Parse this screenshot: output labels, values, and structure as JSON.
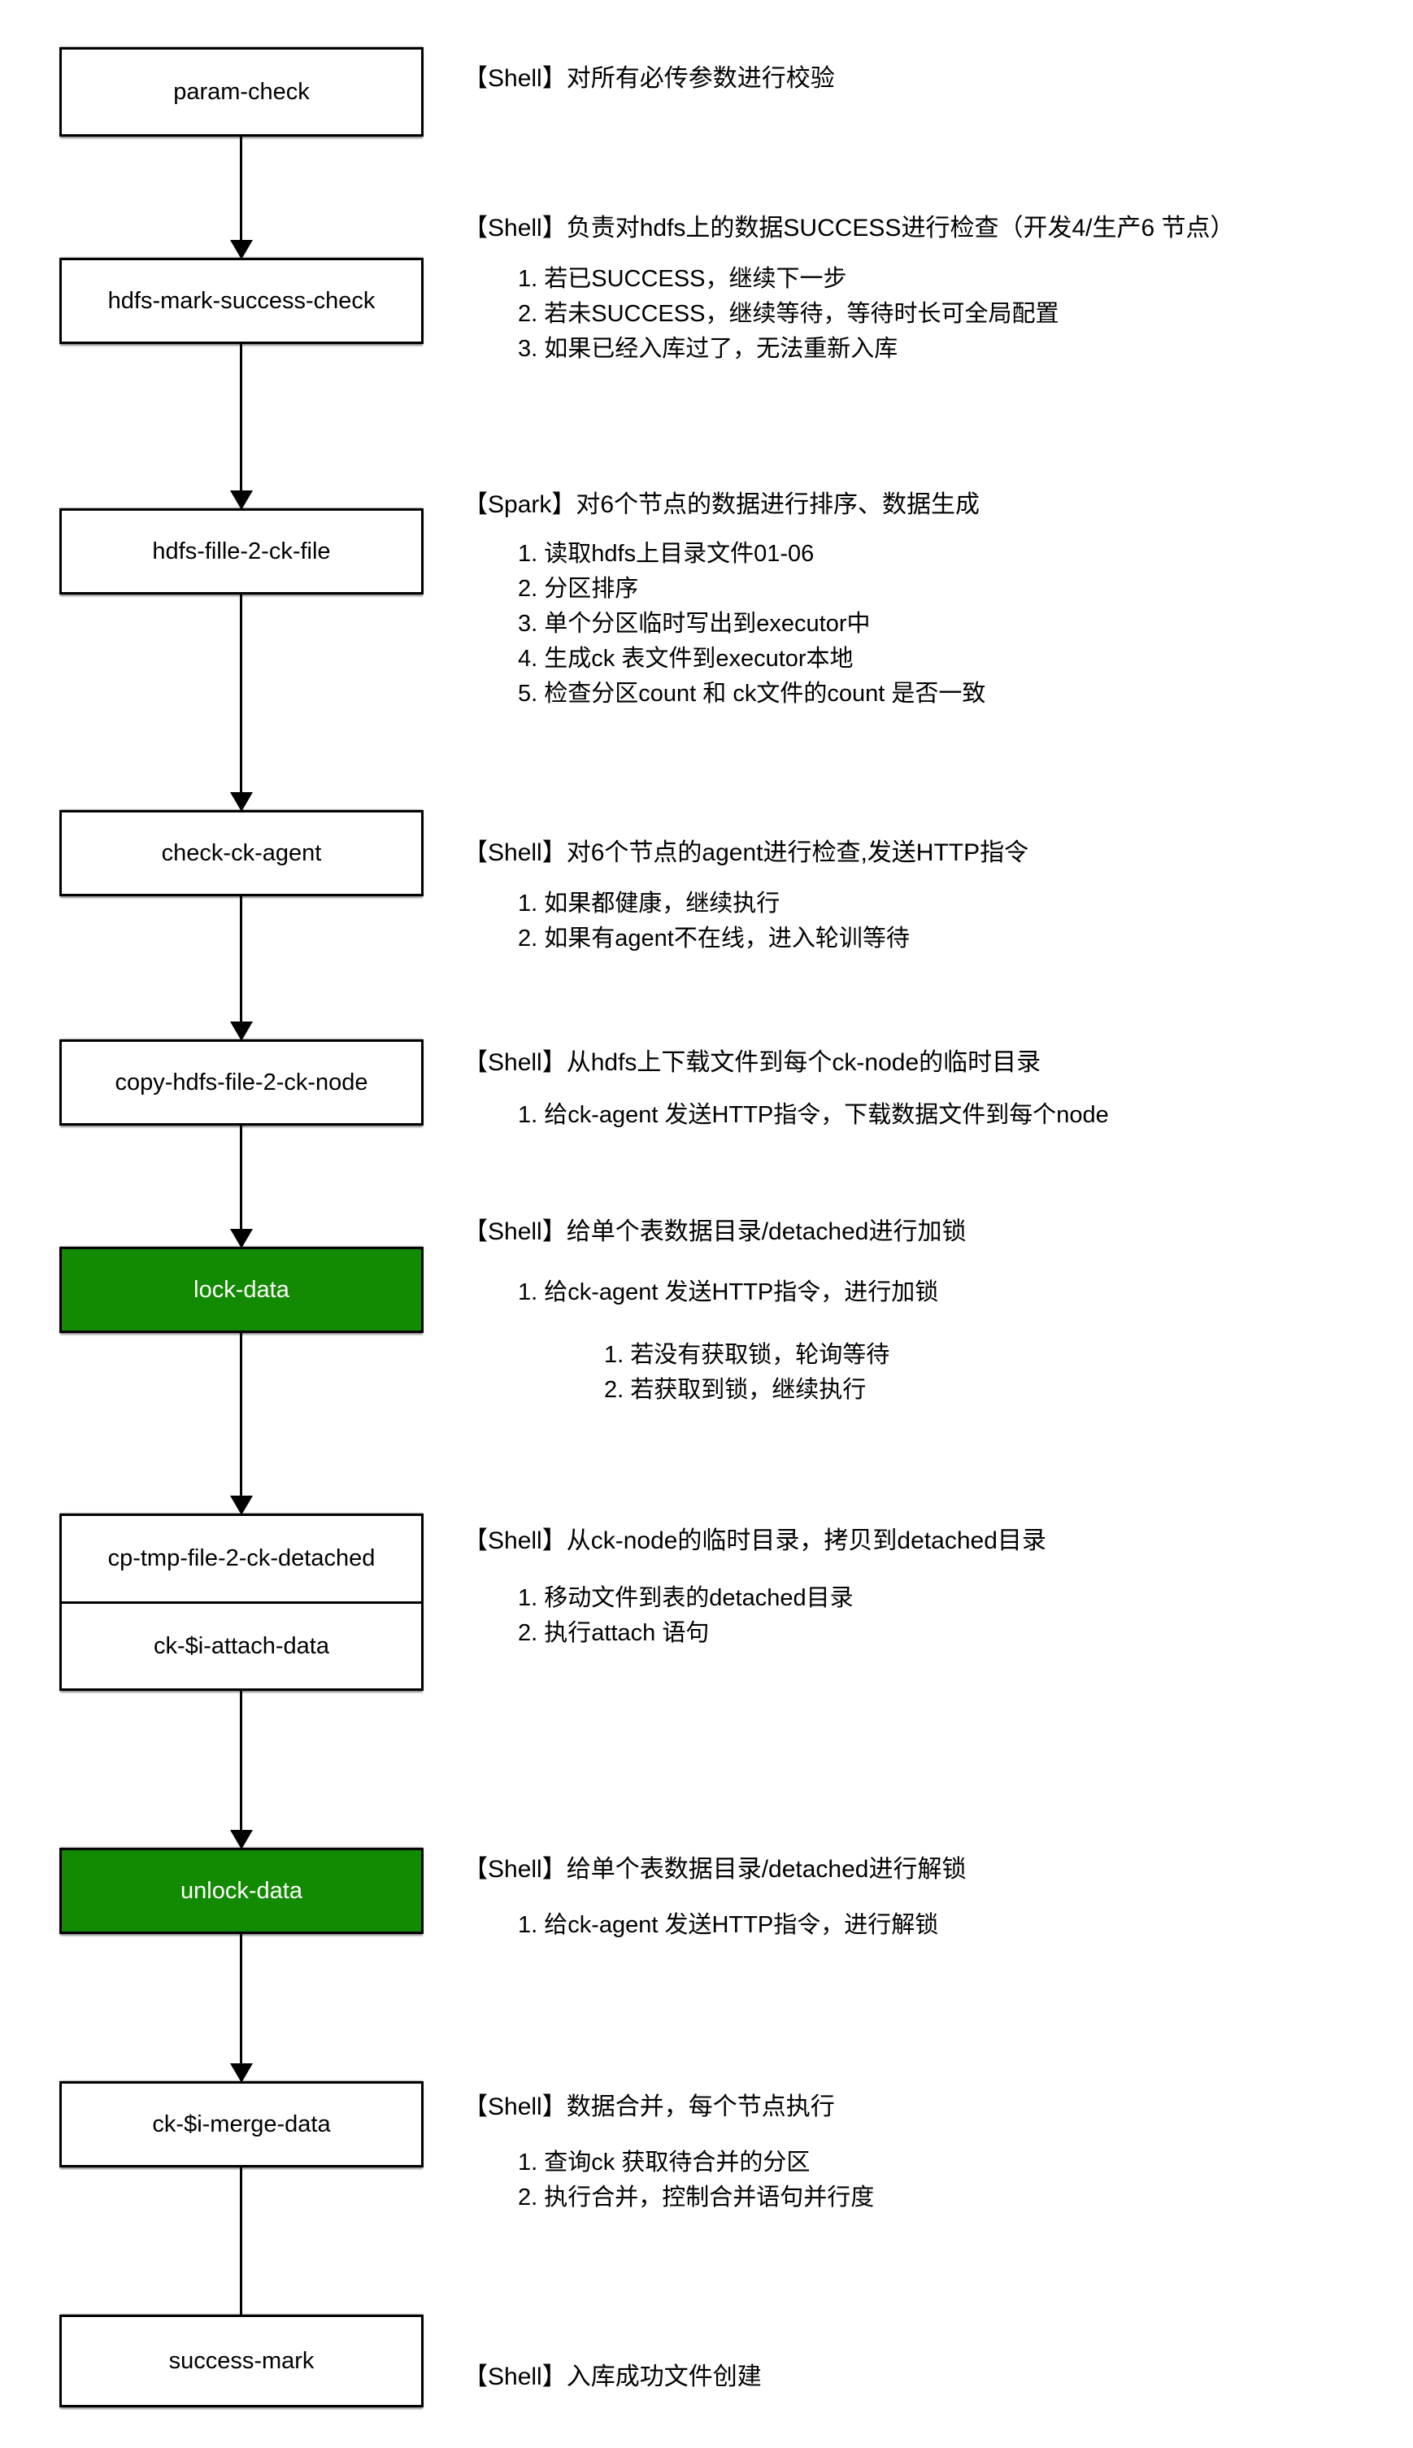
{
  "diagram": {
    "colors": {
      "node_green": "#128A02",
      "node_default_bg": "#FFFFFF",
      "border_black": "#000000"
    },
    "nodes": [
      {
        "label": "param-check"
      },
      {
        "label": "hdfs-mark-success-check"
      },
      {
        "label": "hdfs-fille-2-ck-file"
      },
      {
        "label": "check-ck-agent"
      },
      {
        "label": "copy-hdfs-file-2-ck-node"
      },
      {
        "label": "lock-data"
      },
      {
        "label": "cp-tmp-file-2-ck-detached"
      },
      {
        "label": "ck-$i-attach-data"
      },
      {
        "label": "unlock-data"
      },
      {
        "label": "ck-$i-merge-data"
      },
      {
        "label": "success-mark"
      }
    ],
    "sections": [
      {
        "header": "【Shell】对所有必传参数进行校验",
        "items": []
      },
      {
        "header": "【Shell】负责对hdfs上的数据SUCCESS进行检查（开发4/生产6 节点）",
        "items": [
          "若已SUCCESS，继续下一步",
          "若未SUCCESS，继续等待，等待时长可全局配置",
          "如果已经入库过了，无法重新入库"
        ]
      },
      {
        "header": "【Spark】对6个节点的数据进行排序、数据生成",
        "items": [
          "读取hdfs上目录文件01-06",
          "分区排序",
          "单个分区临时写出到executor中",
          "生成ck 表文件到executor本地",
          "检查分区count 和 ck文件的count 是否一致"
        ]
      },
      {
        "header": "【Shell】对6个节点的agent进行检查,发送HTTP指令",
        "items": [
          "如果都健康，继续执行",
          "如果有agent不在线，进入轮训等待"
        ]
      },
      {
        "header": "【Shell】从hdfs上下载文件到每个ck-node的临时目录",
        "items": [
          "给ck-agent 发送HTTP指令，下载数据文件到每个node"
        ]
      },
      {
        "header": "【Shell】给单个表数据目录/detached进行加锁",
        "items": [
          "给ck-agent 发送HTTP指令，进行加锁"
        ],
        "subitems": [
          "若没有获取锁，轮询等待",
          "若获取到锁，继续执行"
        ]
      },
      {
        "header": "【Shell】从ck-node的临时目录，拷贝到detached目录",
        "items": [
          "移动文件到表的detached目录",
          "执行attach 语句"
        ]
      },
      {
        "header": "【Shell】给单个表数据目录/detached进行解锁",
        "items": [
          "给ck-agent 发送HTTP指令，进行解锁"
        ]
      },
      {
        "header": "【Shell】数据合并，每个节点执行",
        "items": [
          "查询ck 获取待合并的分区",
          "执行合并，控制合并语句并行度"
        ]
      },
      {
        "header": "【Shell】入库成功文件创建",
        "items": []
      }
    ]
  }
}
